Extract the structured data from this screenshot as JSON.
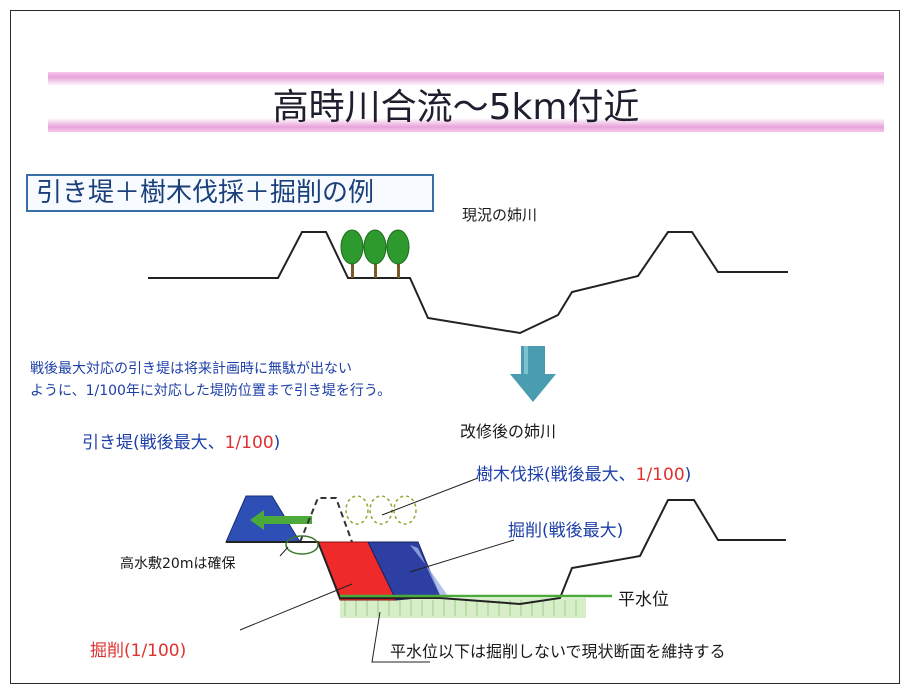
{
  "title": "高時川合流～5km付近",
  "example_label": "引き堤＋樹木伐採＋掘削の例",
  "current_label": "現況の姉川",
  "note_line1": "戦後最大対応の引き堤は将来計画時に無駄が出ない",
  "note_line2": "ように、1/100年に対応した堤防位置まで引き堤を行う。",
  "after_label": "改修後の姉川",
  "levee": {
    "prefix": "引き堤(戦後最大、",
    "highlight": "1/100",
    "suffix": ")"
  },
  "tree": {
    "prefix": "樹木伐採(戦後最大、",
    "highlight": "1/100",
    "suffix": ")"
  },
  "excavation_max": "掘削(戦後最大)",
  "floodplain_note": "高水敷20mは確保",
  "water_level": "平水位",
  "excavation_100": "掘削(1/100)",
  "bottom_note": "平水位以下は掘削しないで現状断面を維持する",
  "colors": {
    "levee": "#2e4fb5",
    "excavation_100": "#ee2a2a",
    "excavation_max": "#2d3fa2",
    "arrow": "#4a9db0",
    "water": "#4caa3a"
  }
}
